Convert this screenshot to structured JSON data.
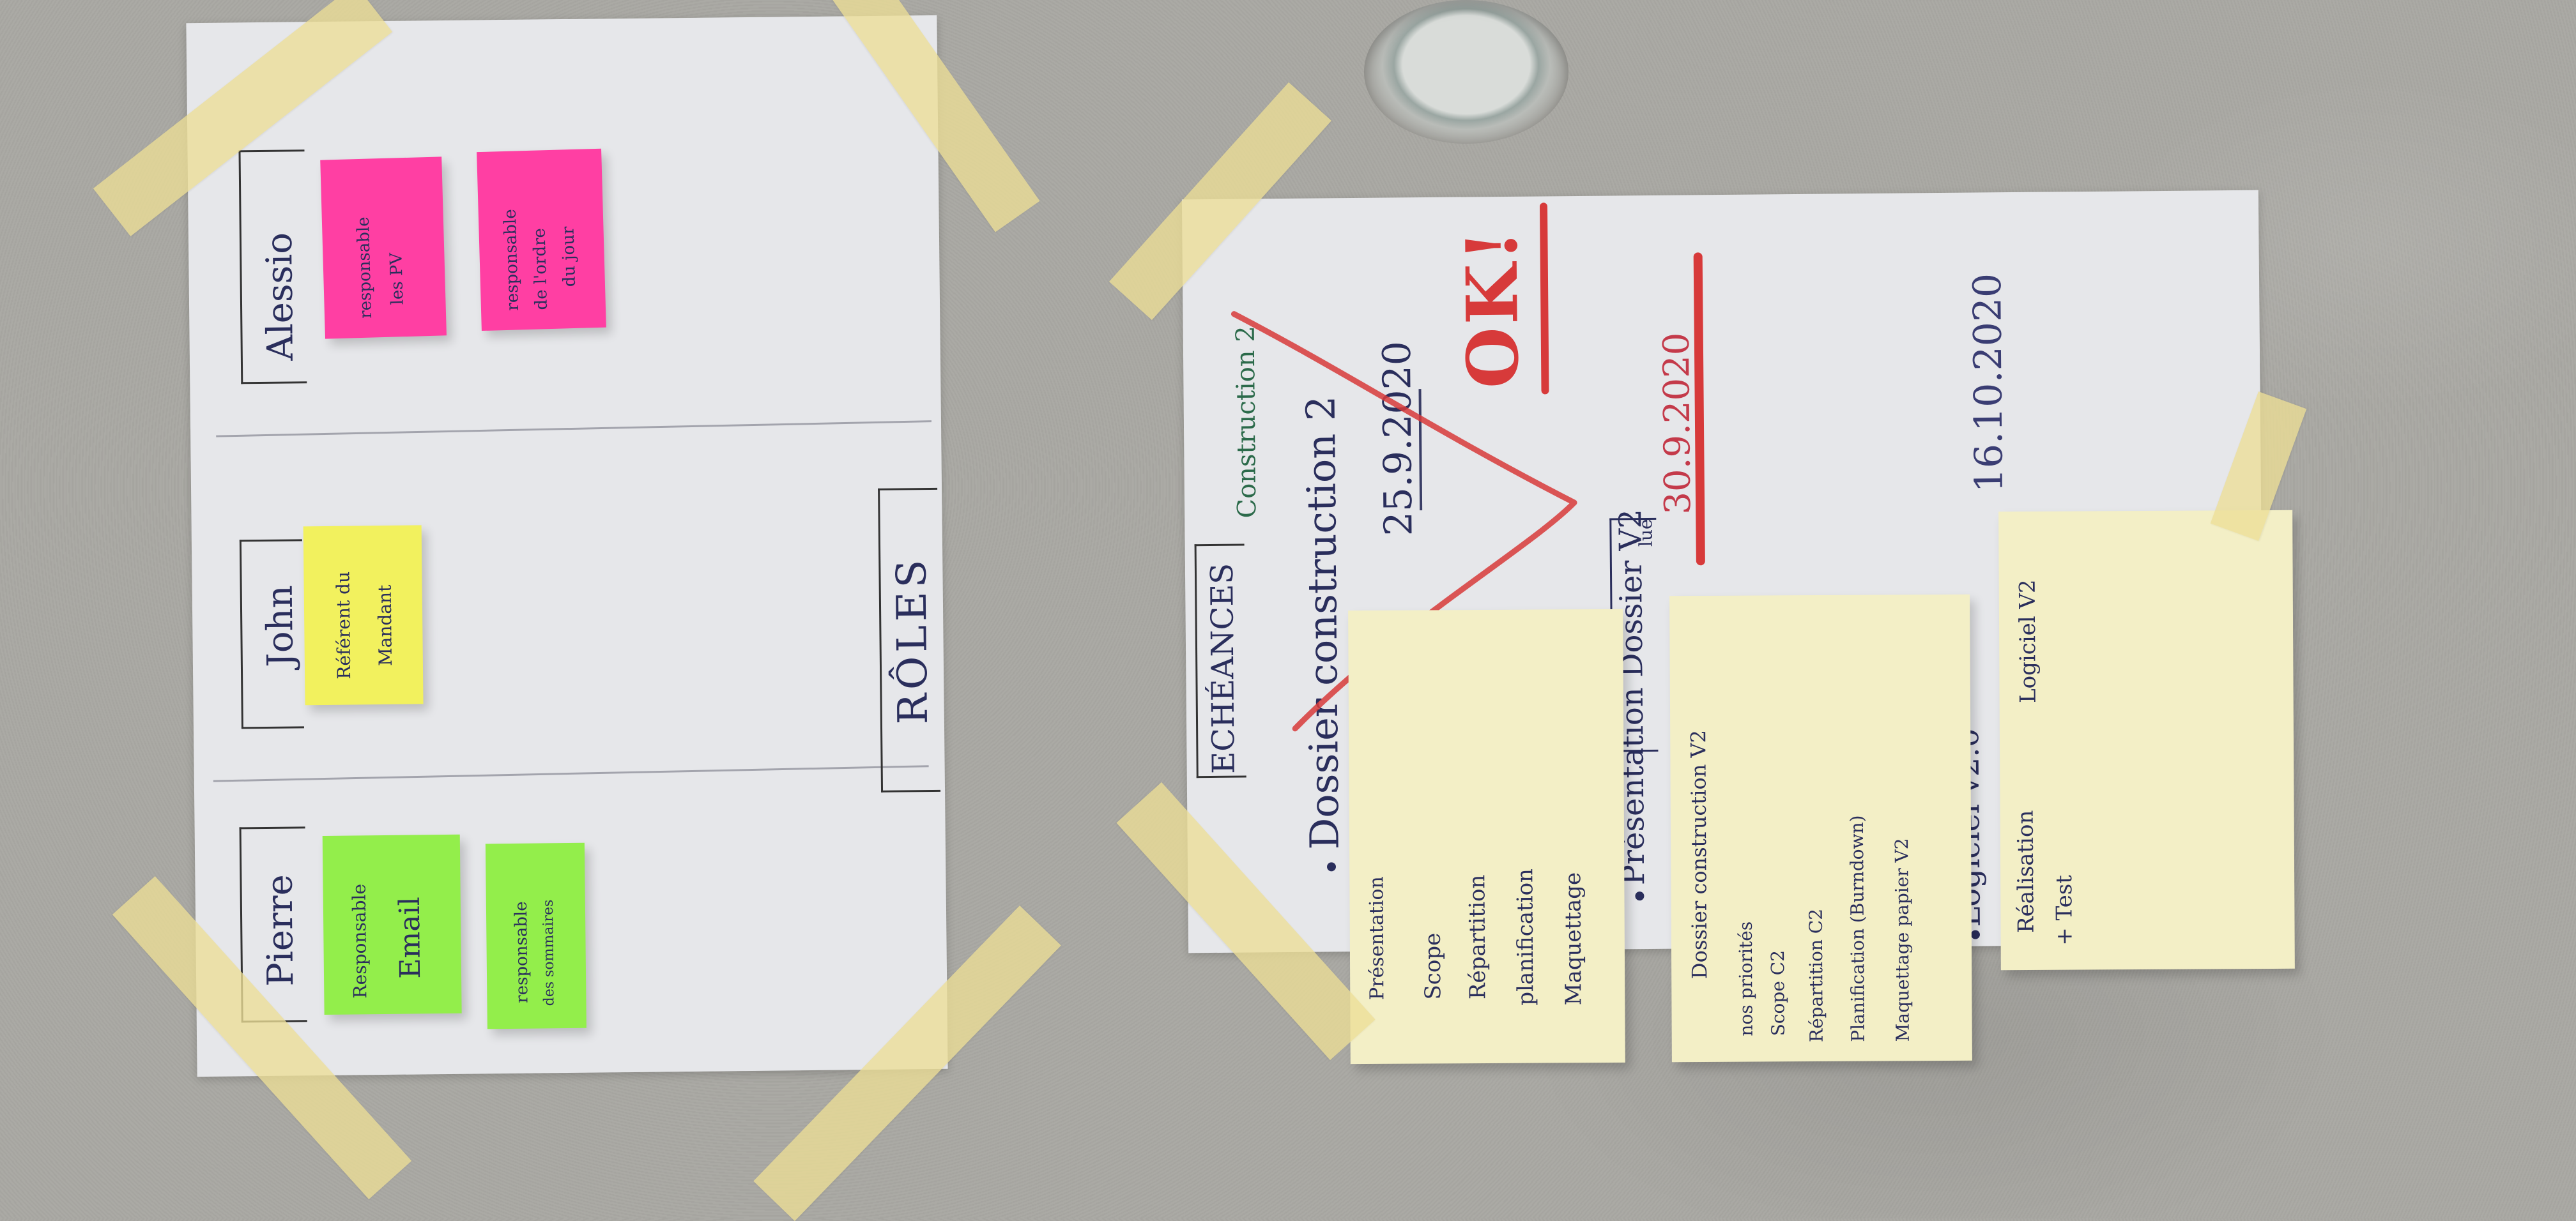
{
  "roles_sheet": {
    "heading": "RÔLES",
    "people": [
      {
        "name": "Alessio",
        "notes": [
          {
            "color": "#ff3fa3",
            "lines": [
              "responsable",
              "les PV"
            ]
          },
          {
            "color": "#ff3fa3",
            "lines": [
              "responsable",
              "de l'ordre",
              "du jour"
            ]
          }
        ]
      },
      {
        "name": "John",
        "notes": [
          {
            "color": "#f2f15e",
            "lines": [
              "Référent du",
              "Mandant"
            ]
          }
        ]
      },
      {
        "name": "Pierre",
        "notes": [
          {
            "color": "#93ee4b",
            "lines": [
              "Responsable",
              "Email"
            ]
          },
          {
            "color": "#93ee4b",
            "lines": [
              "responsable",
              "des sommaires"
            ]
          }
        ]
      }
    ]
  },
  "deadlines_sheet": {
    "heading": "ECHÉANCES",
    "subheading": "Construction 2",
    "status": "OK!",
    "items": [
      {
        "label": "Dossier construction 2",
        "date": "25.9.2020"
      },
      {
        "label": "Présentation Dossier V2",
        "suffix": "lue",
        "date": "30.9.2020"
      },
      {
        "label": "Logiciel v2.0",
        "date": "16.10.2020"
      }
    ],
    "notes": [
      {
        "color": "#f3efc6",
        "lines": [
          "Présentation",
          "Scope",
          "Répartition",
          "planification",
          "Maquettage"
        ]
      },
      {
        "color": "#f3efc6",
        "title": "Dossier construction V2",
        "lines": [
          "nos priorités",
          "Scope C2",
          "Répartition C2",
          "Planification (Burndown)",
          "Maquettage papier V2"
        ]
      },
      {
        "color": "#f3efc6",
        "title": "Logiciel V2",
        "lines": [
          "Réalisation",
          "+ Test"
        ]
      }
    ]
  },
  "colors": {
    "wall": "#a9a8a3",
    "paper": "#e6e7ea",
    "tape": "#ecde96",
    "ink": "#2a2e5c",
    "red_marker": "#d73a3a"
  }
}
